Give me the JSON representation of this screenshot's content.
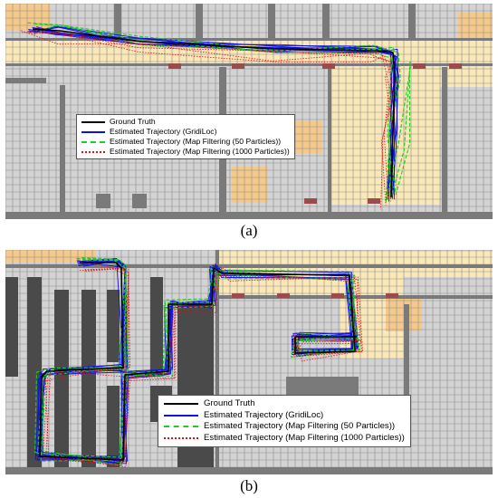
{
  "figure": {
    "panels": [
      {
        "caption": "(a)",
        "legend": [
          {
            "label": "Ground Truth",
            "color": "#000000",
            "style": "solid"
          },
          {
            "label": "Estimated Trajectory (GridiLoc)",
            "color": "#1010e0",
            "style": "solid"
          },
          {
            "label": "Estimated Trajectory (Map Filtering (50 Particles))",
            "color": "#22cc22",
            "style": "dashed"
          },
          {
            "label": "Estimated Trajectory (Map Filtering (1000 Particles))",
            "color": "#e01010",
            "style": "dotted"
          }
        ]
      },
      {
        "caption": "(b)",
        "legend": [
          {
            "label": "Ground Truth",
            "color": "#000000",
            "style": "solid"
          },
          {
            "label": "Estimated Trajectory (GridiLoc)",
            "color": "#1010e0",
            "style": "solid"
          },
          {
            "label": "Estimated Trajectory (Map Filtering (50 Particles))",
            "color": "#22cc22",
            "style": "dashed"
          },
          {
            "label": "Estimated Trajectory (Map Filtering (1000 Particles))",
            "color": "#e01010",
            "style": "dotted"
          }
        ]
      }
    ]
  },
  "colors": {
    "grid_cell": "#d3d3d3",
    "grid_line": "#8c8c8c",
    "wall": "#7a7a7a",
    "dark_block": "#4a4a4a",
    "corridor": "#fbe8b8",
    "room_highlight": "#f5c98a",
    "door": "#9a4b4b"
  }
}
